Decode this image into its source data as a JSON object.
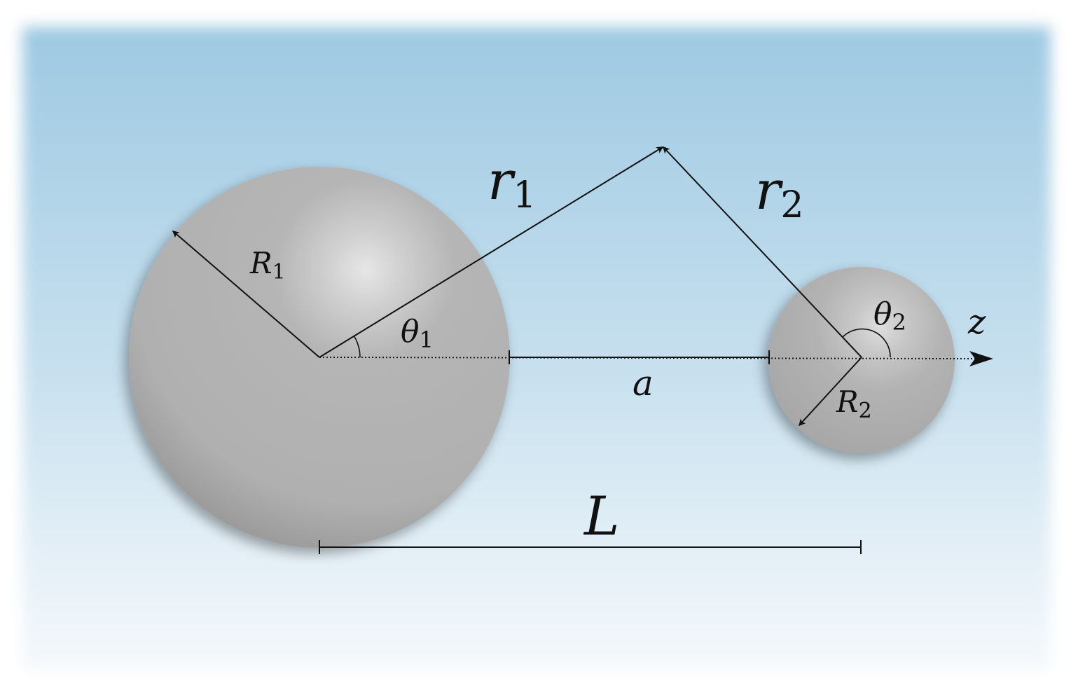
{
  "labels": {
    "r1": {
      "base": "r",
      "sub": "1"
    },
    "r2": {
      "base": "r",
      "sub": "2"
    },
    "R1": {
      "base": "R",
      "sub": "1"
    },
    "R2": {
      "base": "R",
      "sub": "2"
    },
    "theta1": {
      "base": "θ",
      "sub": "1"
    },
    "theta2": {
      "base": "θ",
      "sub": "2"
    },
    "a": "a",
    "L": "L",
    "z": "z"
  },
  "colors": {
    "background_top": "#9ec9e2",
    "background_bottom": "#f6f9fc",
    "sphere_fill": "#b3b3b3",
    "sphere_highlight": "#e6e6e6",
    "line": "#111111"
  }
}
